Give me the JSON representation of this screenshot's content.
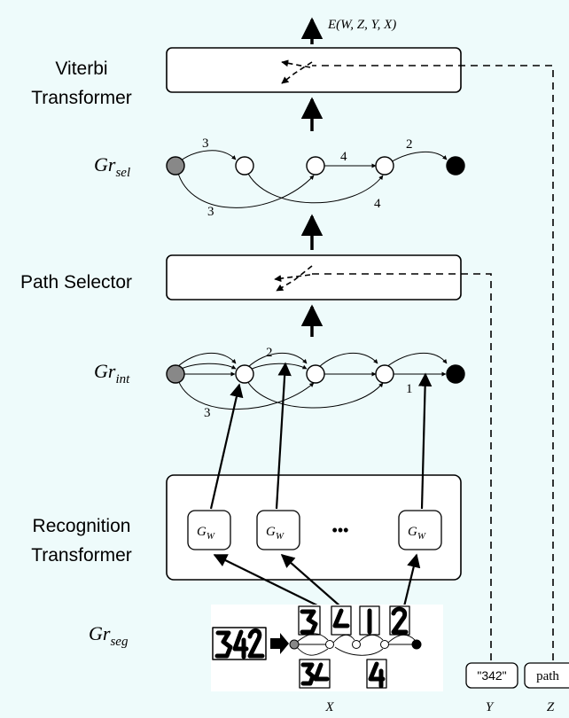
{
  "output_energy": "E(W, Z, Y, X)",
  "modules": {
    "viterbi": {
      "line1": "Viterbi",
      "line2": "Transformer"
    },
    "path_selector": {
      "label": "Path Selector"
    },
    "recognition": {
      "line1": "Recognition",
      "line2": "Transformer"
    }
  },
  "graphs": {
    "sel": {
      "base": "Gr",
      "sub": "sel",
      "edge_labels": [
        "3",
        "4",
        "2",
        "3",
        "4"
      ]
    },
    "int": {
      "base": "Gr",
      "sub": "int",
      "edge_labels": [
        "2",
        "3",
        "1"
      ]
    },
    "seg": {
      "base": "Gr",
      "sub": "seg"
    }
  },
  "gw": {
    "base": "G",
    "sub": "W",
    "ellipsis": "•••"
  },
  "inputs": {
    "y_box": "\"342\"",
    "z_box": "path",
    "x_label": "X",
    "y_label": "Y",
    "z_label": "Z"
  },
  "colors": {
    "background": "#eefbfb",
    "start_node": "#888888",
    "end_node": "#000000"
  }
}
